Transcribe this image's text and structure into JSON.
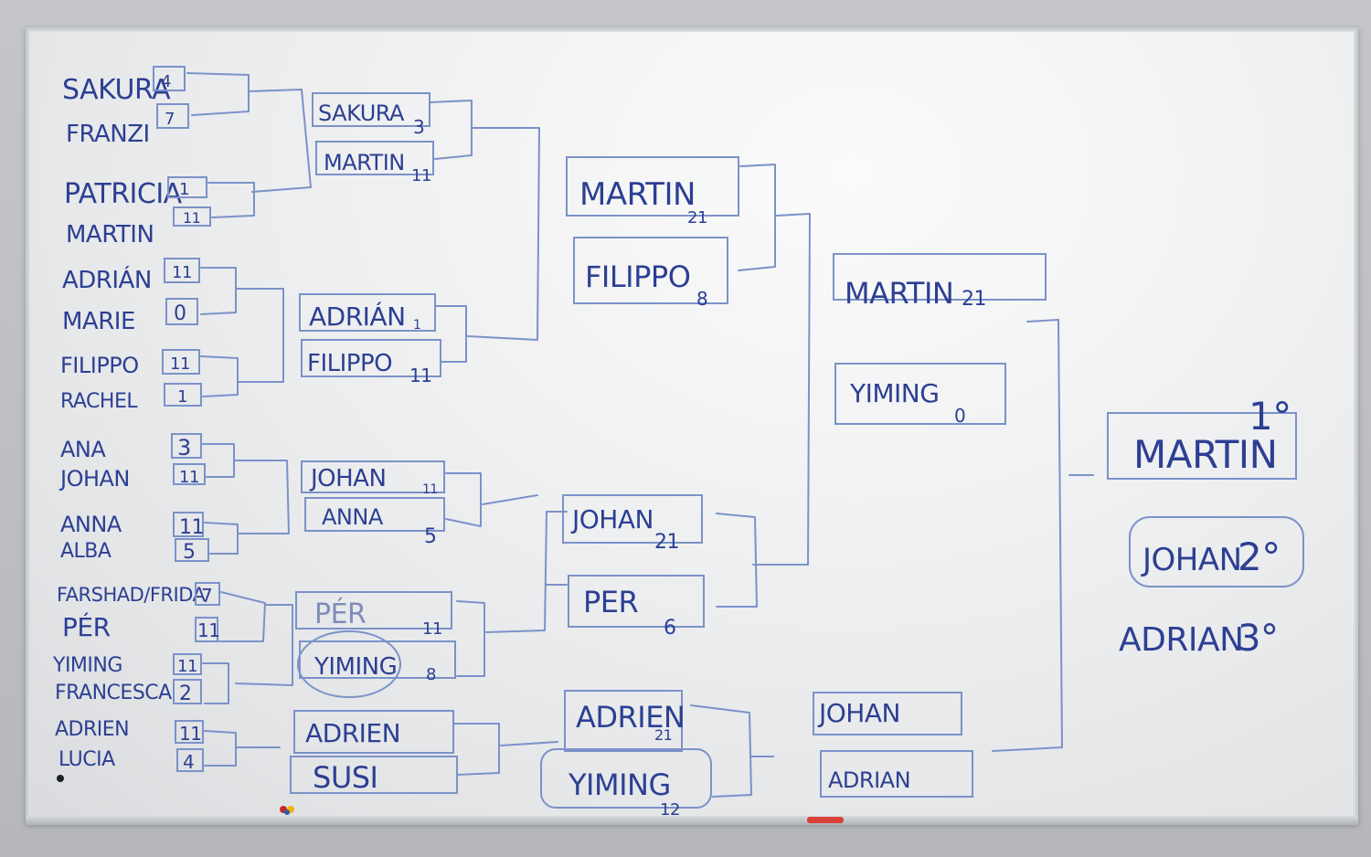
{
  "round1": [
    {
      "name": "SAKURA",
      "score": "4"
    },
    {
      "name": "FRANZI",
      "score": "7"
    },
    {
      "name": "PATRICIA",
      "score": "1"
    },
    {
      "name": "MARTIN",
      "score": "11"
    },
    {
      "name": "ADRIÁN",
      "score": "11"
    },
    {
      "name": "MARIE",
      "score": "0"
    },
    {
      "name": "FILIPPO",
      "score": "11"
    },
    {
      "name": "RACHEL",
      "score": "1"
    },
    {
      "name": "ANA",
      "score": "3"
    },
    {
      "name": "JOHAN",
      "score": "11"
    },
    {
      "name": "ANNA",
      "score": "11"
    },
    {
      "name": "ALBA",
      "score": "5"
    },
    {
      "name": "FARSHAD/FRIDA",
      "score": "7"
    },
    {
      "name": "PÉR",
      "score": "11"
    },
    {
      "name": "YIMING",
      "score": "11"
    },
    {
      "name": "FRANCESCA",
      "score": "2"
    },
    {
      "name": "ADRIEN",
      "score": "11"
    },
    {
      "name": "LUCIA",
      "score": "4"
    }
  ],
  "round2": [
    {
      "name": "SAKURA",
      "score": "3"
    },
    {
      "name": "MARTIN",
      "score": "11"
    },
    {
      "name": "ADRIÁN",
      "score": "1"
    },
    {
      "name": "FILIPPO",
      "score": "11"
    },
    {
      "name": "JOHAN",
      "score": "11"
    },
    {
      "name": "ANNA",
      "score": "5"
    },
    {
      "name": "PÉR",
      "score": "11"
    },
    {
      "name": "YIMING",
      "score": "8"
    },
    {
      "name": "ADRIEN",
      "score": ""
    },
    {
      "name": "SUSI",
      "score": ""
    }
  ],
  "round3": [
    {
      "name": "MARTIN",
      "score": "21"
    },
    {
      "name": "FILIPPO",
      "score": "8"
    },
    {
      "name": "JOHAN",
      "score": "21"
    },
    {
      "name": "PER",
      "score": "6"
    },
    {
      "name": "ADRIEN",
      "score": "21"
    },
    {
      "name": "YIMING",
      "score": "12"
    }
  ],
  "semis": [
    {
      "name": "MARTIN",
      "score": "21"
    },
    {
      "name": "YIMING",
      "score": "0"
    },
    {
      "name": "JOHAN",
      "score": ""
    },
    {
      "name": "ADRIAN",
      "score": ""
    }
  ],
  "podium": [
    {
      "name": "MARTIN",
      "place": "1°"
    },
    {
      "name": "JOHAN",
      "place": "2°"
    },
    {
      "name": "ADRIAN",
      "place": "3°"
    }
  ],
  "colors": {
    "marker": "#2c3f93",
    "lines": "#7b92c9",
    "board": "#eeeff0"
  }
}
